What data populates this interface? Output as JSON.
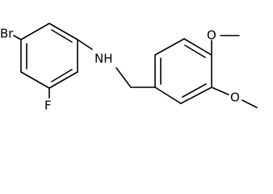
{
  "molecule": {
    "atoms": {
      "bromo": "Br",
      "amine": "NH",
      "fluoro": "F",
      "methoxy_top_oxygen": "O",
      "methoxy_bottom_oxygen": "O"
    }
  }
}
